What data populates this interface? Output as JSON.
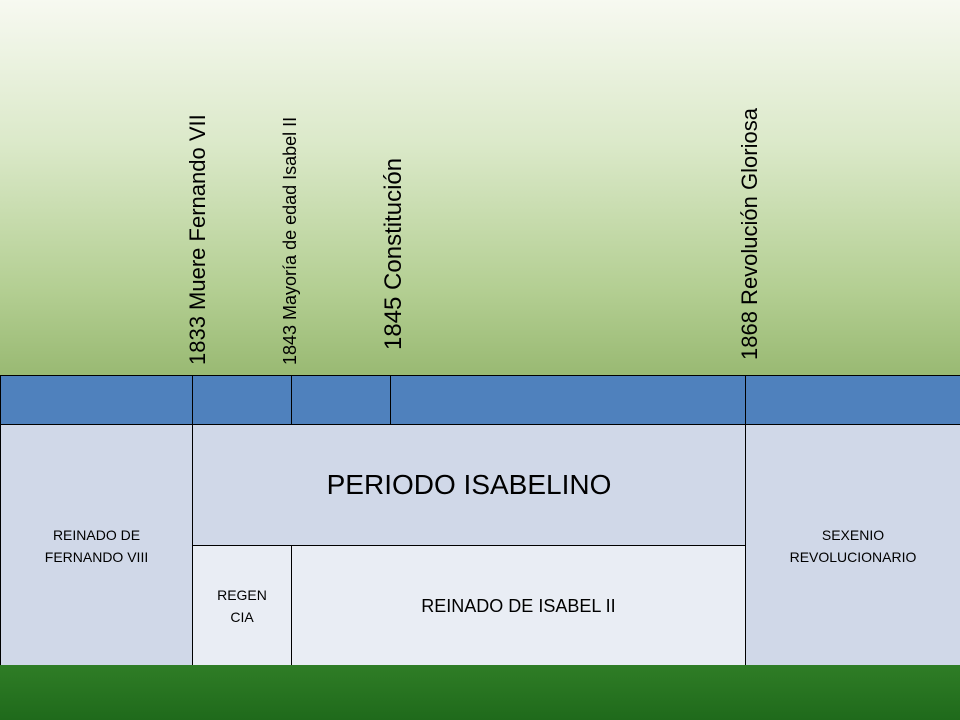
{
  "events": [
    {
      "label": "1833 Muere Fernando VII"
    },
    {
      "label": "1843 Mayoría de edad Isabel II"
    },
    {
      "label": "1845 Constitución"
    },
    {
      "label": "1868 Revolución Gloriosa"
    }
  ],
  "periods": {
    "fernando": {
      "line1": "REINADO DE",
      "line2": "FERNANDO VIII"
    },
    "isabelino": "PERIODO ISABELINO",
    "sexenio": {
      "line1": "SEXENIO",
      "line2": "REVOLUCIONARIO"
    },
    "regencia": {
      "line1": "REGEN",
      "line2": "CIA"
    },
    "isabel": "REINADO DE ISABEL II"
  },
  "colors": {
    "header": "#4f81bd",
    "cell": "#d0d8e8",
    "cell_light": "#e9edf4",
    "bottom_band": "#2f7d26"
  }
}
